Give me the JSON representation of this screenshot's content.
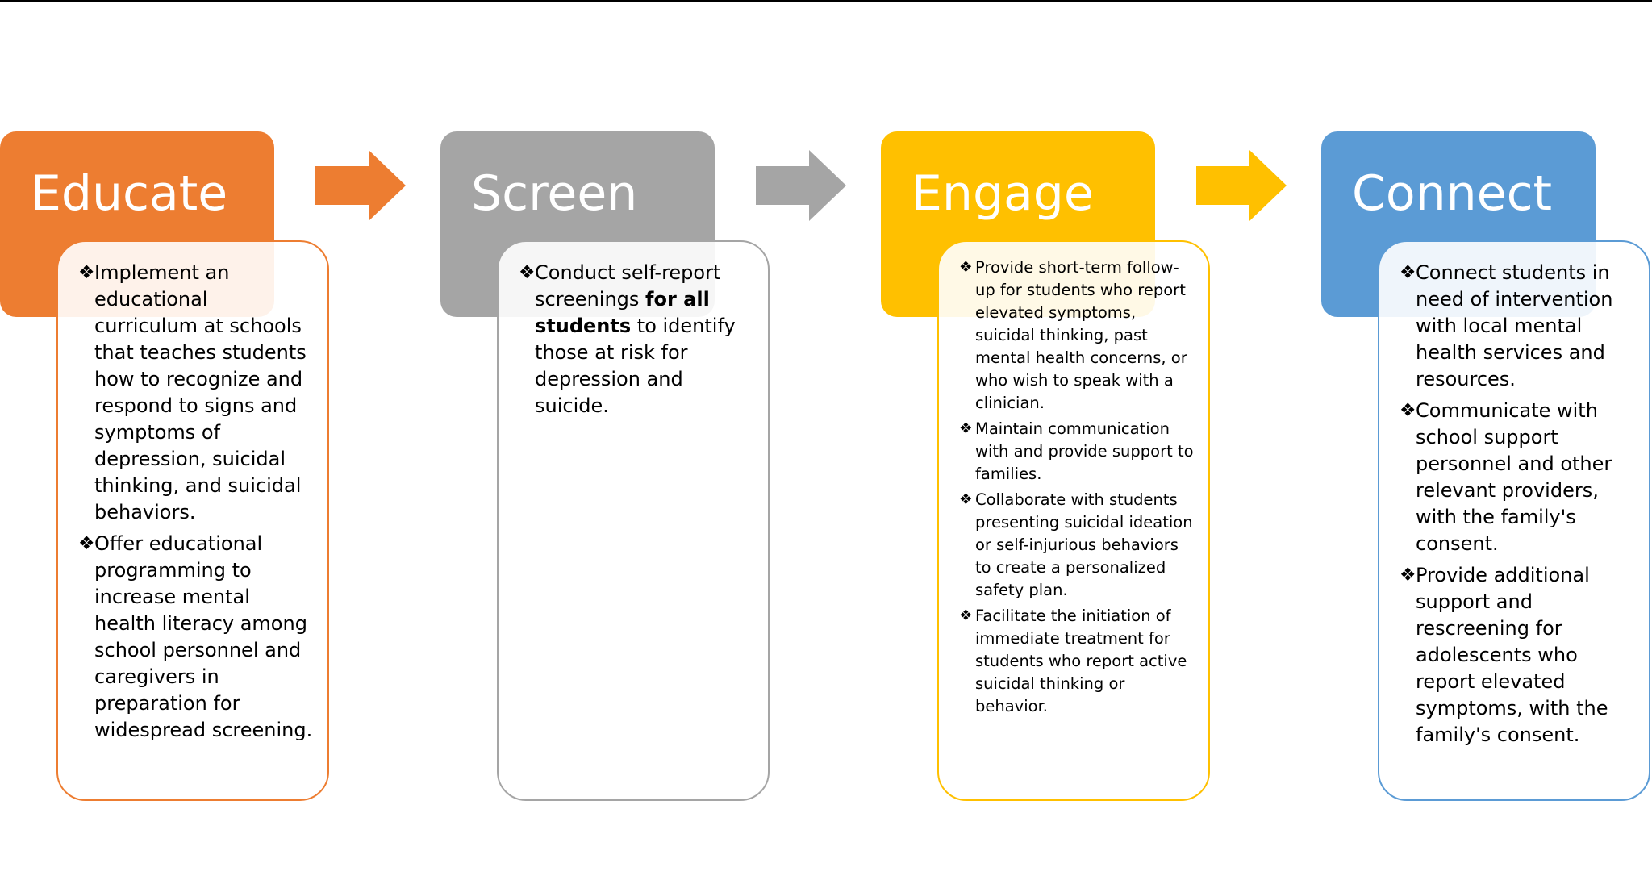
{
  "stages": [
    {
      "title": "Educate",
      "color": "#ED7D31",
      "bullets": [
        {
          "text": "Implement an educational curriculum at schools that teaches students how to recognize and respond to signs and symptoms of depression, suicidal thinking, and suicidal behaviors."
        },
        {
          "text": "Offer educational programming to increase mental health literacy among school personnel and caregivers in preparation for widespread screening."
        }
      ]
    },
    {
      "title": "Screen",
      "color": "#A5A5A5",
      "bullets": [
        {
          "pre": "Conduct self-report screenings ",
          "bold": "for all students",
          "post": " to identify those at risk for depression and suicide."
        }
      ]
    },
    {
      "title": "Engage",
      "color": "#FFC000",
      "bullets": [
        {
          "text": "Provide short-term follow-up for students who report elevated symptoms, suicidal thinking, past mental health concerns, or who wish to speak with a clinician."
        },
        {
          "text": "Maintain communication with and provide support to families."
        },
        {
          "text": "Collaborate with students presenting suicidal ideation or self-injurious behaviors to create a personalized safety plan."
        },
        {
          "text": "Facilitate the initiation of immediate treatment for students who report active suicidal thinking or behavior."
        }
      ]
    },
    {
      "title": "Connect",
      "color": "#5B9BD5",
      "bullets": [
        {
          "text": "Connect students in need of intervention with local mental health services and resources."
        },
        {
          "text": "Communicate with school support personnel and other relevant providers, with the family's consent."
        },
        {
          "text": "Provide additional support and rescreening for adolescents who report elevated symptoms, with the family's consent."
        }
      ]
    }
  ],
  "bullet_icon": "❖",
  "arrow_icon": "right-arrow-icon"
}
